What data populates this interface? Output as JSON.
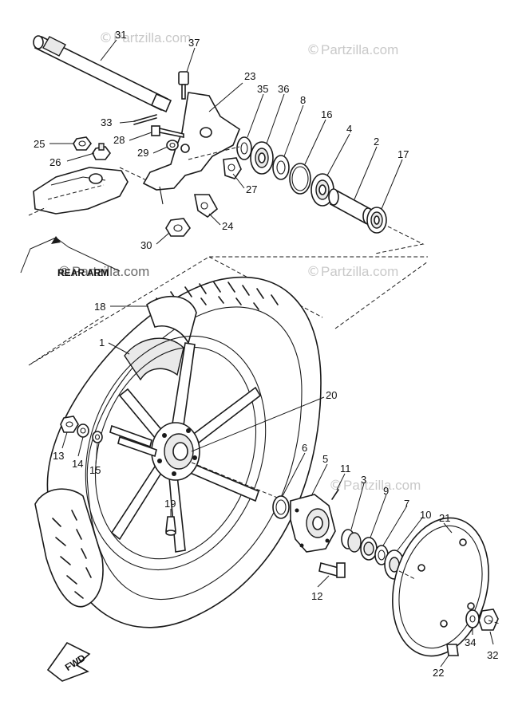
{
  "watermark": {
    "symbol": "©",
    "text": "Partzilla.com"
  },
  "labels": {
    "rear_arm": "REAR ARM",
    "fwd": "FWD"
  },
  "part_numbers": {
    "p1": "1",
    "p2": "2",
    "p3": "3",
    "p4": "4",
    "p5": "5",
    "p6": "6",
    "p7": "7",
    "p8": "8",
    "p9": "9",
    "p10": "10",
    "p11": "11",
    "p12": "12",
    "p13": "13",
    "p14": "14",
    "p15": "15",
    "p16": "16",
    "p17": "17",
    "p18": "18",
    "p19": "19",
    "p20": "20",
    "p21": "21",
    "p22": "22",
    "p23": "23",
    "p24": "24",
    "p25": "25",
    "p26": "26",
    "p27": "27",
    "p28": "28",
    "p29": "29",
    "p30": "30",
    "p31": "31",
    "p32": "32",
    "p33": "33",
    "p34": "34",
    "p35": "35",
    "p36": "36",
    "p37": "37"
  }
}
